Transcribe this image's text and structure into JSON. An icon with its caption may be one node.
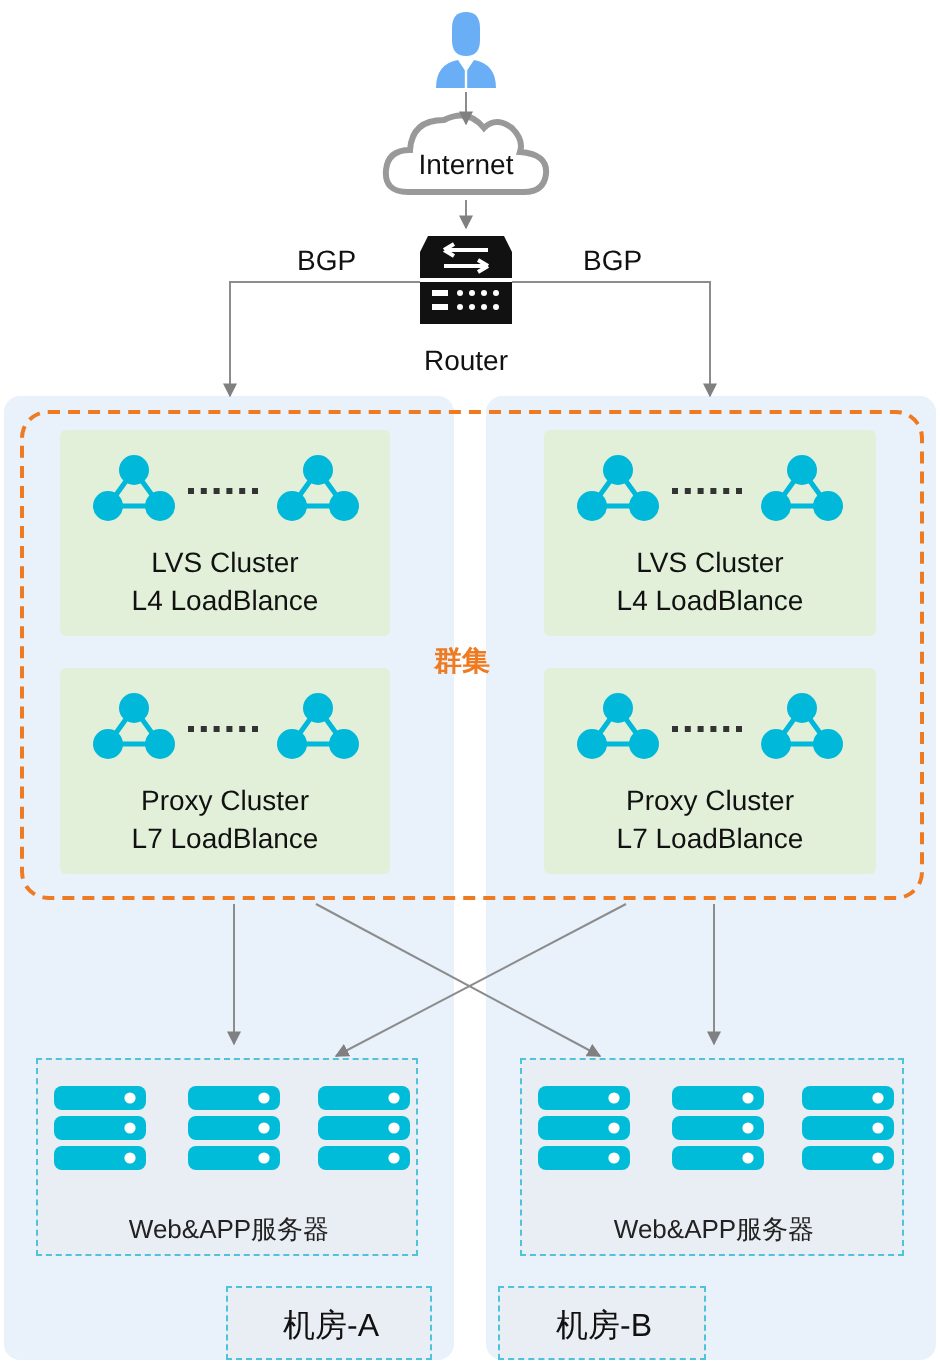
{
  "diagram": {
    "nodes": [
      {
        "text": [],
        "shape": "person"
      },
      {
        "text": [
          "Internet"
        ]
      },
      {
        "text": [
          "Router"
        ]
      },
      {
        "text": [],
        "shape": "box"
      },
      {
        "text": [],
        "shape": "box"
      },
      {
        "text": [
          "群集"
        ]
      },
      {
        "text": [
          "LVS Cluster",
          "L4 LoadBlance"
        ]
      },
      {
        "text": [
          "Proxy Cluster",
          "L7 LoadBlance"
        ]
      },
      {
        "text": [
          "LVS Cluster",
          "L4 LoadBlance"
        ]
      },
      {
        "text": [
          "Proxy Cluster",
          "L7 LoadBlance"
        ]
      },
      {
        "text": [
          "Web&APP服务器"
        ],
        "in": 3
      },
      {
        "text": [
          "Web&APP服务器"
        ],
        "in": 4
      },
      {
        "text": [
          "机房-A"
        ],
        "in": 3
      },
      {
        "text": [
          "机房-B"
        ],
        "in": 4
      }
    ],
    "edges": [
      {
        "from": 0,
        "to": 1,
        "arrow": "to"
      },
      {
        "from": 1,
        "to": 2,
        "arrow": "to"
      },
      {
        "from": 2,
        "to": 3,
        "arrow": "to",
        "label": "BGP"
      },
      {
        "from": 2,
        "to": 4,
        "arrow": "to",
        "label": "BGP"
      },
      {
        "from": 5,
        "to": 10,
        "arrow": "to"
      },
      {
        "from": 5,
        "to": 11,
        "arrow": "to"
      },
      {
        "from": 5,
        "to": 10,
        "arrow": "to"
      },
      {
        "from": 5,
        "to": 11,
        "arrow": "to"
      }
    ]
  }
}
